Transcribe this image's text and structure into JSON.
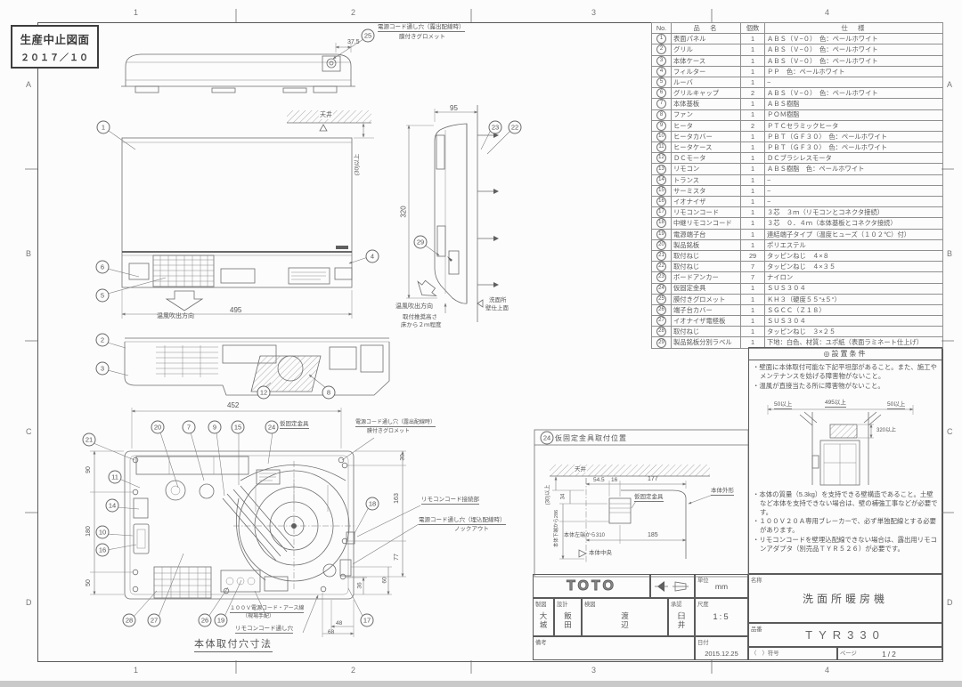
{
  "stamp": {
    "title": "生産中止図面",
    "date": "２０１７／１０"
  },
  "zones": {
    "cols": [
      "1",
      "2",
      "3",
      "4"
    ],
    "rows": [
      "A",
      "B",
      "C",
      "D"
    ]
  },
  "parts_table": {
    "headers": {
      "no": "No.",
      "name": "品　名",
      "qty": "個数",
      "spec": "仕　様"
    },
    "rows": [
      {
        "no": "1",
        "name": "表面パネル",
        "qty": "1",
        "spec": "ＡＢＳ（Ｖ−０）　色：ペールホワイト"
      },
      {
        "no": "2",
        "name": "グリル",
        "qty": "1",
        "spec": "ＡＢＳ（Ｖ−０）　色：ペールホワイト"
      },
      {
        "no": "3",
        "name": "本体ケース",
        "qty": "1",
        "spec": "ＡＢＳ（Ｖ−０）　色：ペールホワイト"
      },
      {
        "no": "4",
        "name": "フィルター",
        "qty": "1",
        "spec": "ＰＰ　色：ペールホワイト"
      },
      {
        "no": "5",
        "name": "ルーバ",
        "qty": "1",
        "spec": "−"
      },
      {
        "no": "6",
        "name": "グリルキャップ",
        "qty": "2",
        "spec": "ＡＢＳ（Ｖ−０）　色：ペールホワイト"
      },
      {
        "no": "7",
        "name": "本体基板",
        "qty": "1",
        "spec": "ＡＢＳ樹脂"
      },
      {
        "no": "8",
        "name": "ファン",
        "qty": "1",
        "spec": "ＰＯＭ樹脂"
      },
      {
        "no": "9",
        "name": "ヒータ",
        "qty": "2",
        "spec": "ＰＴＣセラミックヒータ"
      },
      {
        "no": "10",
        "name": "ヒータカバー",
        "qty": "1",
        "spec": "ＰＢＴ（ＧＦ３０）　色：ペールホワイト"
      },
      {
        "no": "11",
        "name": "ヒータケース",
        "qty": "1",
        "spec": "ＰＢＴ（ＧＦ３０）　色：ペールホワイト"
      },
      {
        "no": "12",
        "name": "ＤＣモータ",
        "qty": "1",
        "spec": "ＤＣブラシレスモータ"
      },
      {
        "no": "13",
        "name": "リモコン",
        "qty": "1",
        "spec": "ＡＢＳ樹脂　色：ペールホワイト"
      },
      {
        "no": "14",
        "name": "トランス",
        "qty": "1",
        "spec": "−"
      },
      {
        "no": "15",
        "name": "サーミスタ",
        "qty": "1",
        "spec": "−"
      },
      {
        "no": "16",
        "name": "イオナイザ",
        "qty": "1",
        "spec": "−"
      },
      {
        "no": "17",
        "name": "リモコンコード",
        "qty": "1",
        "spec": "３芯　３ｍ（リモコンとコネクタ接続）"
      },
      {
        "no": "18",
        "name": "中継リモコンコード",
        "qty": "1",
        "spec": "３芯　０．４ｍ（本体基板とコネクタ接続）"
      },
      {
        "no": "19",
        "name": "電源端子台",
        "qty": "1",
        "spec": "連結端子タイプ（温度ヒューズ（１０２℃）付）"
      },
      {
        "no": "20",
        "name": "製品銘板",
        "qty": "1",
        "spec": "ポリエステル"
      },
      {
        "no": "21",
        "name": "取付ねじ",
        "qty": "29",
        "spec": "タッピンねじ　４×８"
      },
      {
        "no": "22",
        "name": "取付ねじ",
        "qty": "7",
        "spec": "タッピンねじ　４×３５"
      },
      {
        "no": "23",
        "name": "ボードアンカー",
        "qty": "7",
        "spec": "ナイロン"
      },
      {
        "no": "24",
        "name": "仮固定金具",
        "qty": "1",
        "spec": "ＳＵＳ３０４"
      },
      {
        "no": "25",
        "name": "膜付きグロメット",
        "qty": "1",
        "spec": "ＫＨ３（硬度５５°±５°）"
      },
      {
        "no": "26",
        "name": "端子台カバー",
        "qty": "1",
        "spec": "ＳＧＣＣ（Ｚ１８）"
      },
      {
        "no": "27",
        "name": "イオナイザ電極板",
        "qty": "1",
        "spec": "ＳＵＳ３０４"
      },
      {
        "no": "28",
        "name": "取付ねじ",
        "qty": "1",
        "spec": "タッピンねじ　３×２５"
      },
      {
        "no": "29",
        "name": "製品銘板分別ラベル",
        "qty": "1",
        "spec": "下地：白色、材質：ユポ紙（表面ラミネート仕上げ）"
      }
    ]
  },
  "callouts": {
    "c1": "1",
    "c2": "2",
    "c3": "3",
    "c4": "4",
    "c5": "5",
    "c6": "6",
    "c7": "7",
    "c8": "8",
    "c9": "9",
    "c10": "10",
    "c11": "11",
    "c12": "12",
    "c14": "14",
    "c15": "15",
    "c16": "16",
    "c17": "17",
    "c18": "18",
    "c19": "19",
    "c20": "20",
    "c21": "21",
    "c22": "22",
    "c23": "23",
    "c24": "24",
    "c25": "25",
    "c26": "26",
    "c27": "27",
    "c28": "28",
    "c29": "29"
  },
  "dims": {
    "d37_5": "37.5",
    "d95": "95",
    "d320": "320",
    "d495": "495",
    "d30p": "(30)以上",
    "d452": "452",
    "d90": "90",
    "d180": "180",
    "d50": "50",
    "d30": "30",
    "d163": "163",
    "d77": "77",
    "d36": "36",
    "d60": "60",
    "d48": "48",
    "d68": "68",
    "d54_5": "54.5",
    "d16": "16",
    "d177": "177",
    "d185": "185",
    "d34": "34",
    "d50p": "50以上",
    "d495p": "495以上",
    "d320p": "320以上"
  },
  "labels": {
    "ceiling": "天井",
    "airflow": "温風吹出方向",
    "mount1": "取付推奨高さ",
    "mount2": "床から２ｍ程度",
    "wall1": "洗面所",
    "wall2": "壁仕上面",
    "hole_exposed": "電源コード通し穴（露出配線時）",
    "grommet": "膜付きグロメット",
    "bracket": "仮固定金具",
    "remote_conn": "リモコンコード接続部",
    "hole_embedded": "電源コード通し穴（埋込配線時）",
    "knockout": "ノックアウト",
    "power1": "１００Ｖ電源コード・アース線",
    "power2": "（現場手配）",
    "remote_hole": "リモコンコード通し穴",
    "caption": "本体取付穴寸法",
    "bracket_title": "仮固定金具取付位置",
    "body_outline": "本体外形",
    "body_center": "本体中央",
    "from_bottom": "本体下端から286",
    "from_left": "本体左端から310"
  },
  "conditions": {
    "title": "◎設置条件",
    "bullets_top": [
      "・壁面に本体取付可能な下記平坦部があること。また、施工やメンテナンスを妨げる障害物がないこと。",
      "・温風が直接当たる所に障害物がないこと。"
    ],
    "bullets_bottom": [
      "・本体の質量（5.3kg）を支持できる壁構造であること。土壁など本体を支持できない場合は、壁の補強工事などが必要です。",
      "・１００Ｖ２０Ａ専用ブレーカーで、必ず単独配線とする必要があります。",
      "・リモコンコードを壁埋込配線できない場合は、露出用リモコンアダプタ（別売品ＴＹＲ５２６）が必要です。"
    ]
  },
  "title_block": {
    "logo": "TOTO",
    "unit_label": "単位",
    "unit": "mm",
    "drafter_label": "製図",
    "drafter": "大城",
    "designer_label": "設計",
    "designer": "飯田",
    "checker_label": "検図",
    "checker": "渡辺",
    "approver_label": "承認",
    "approver": "臼井",
    "scale_label": "尺度",
    "scale": "1:5",
    "remarks_label": "備考",
    "date_label": "日付",
    "date": "2015.12.25",
    "name_label": "名称",
    "name": "洗面所暖房機",
    "model_label": "品番",
    "model": "TYR330",
    "code_label": "（　）符号",
    "page_label": "ページ",
    "page": "1/2"
  }
}
